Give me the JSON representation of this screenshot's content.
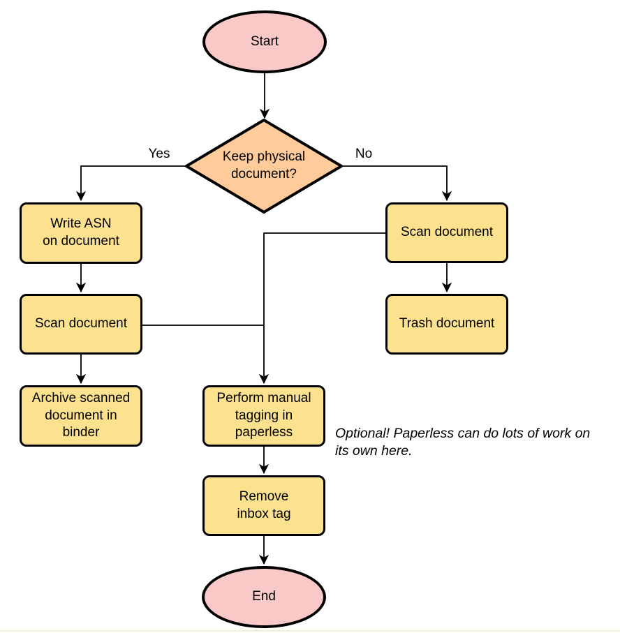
{
  "colors": {
    "box_fill": "#FCE18F",
    "terminal_fill": "#F8C9C7",
    "decision_fill": "#FFCB9B",
    "stroke": "#000000"
  },
  "nodes": {
    "start": {
      "label": "Start"
    },
    "decision": {
      "label": "Keep physical\ndocument?"
    },
    "write_asn": {
      "label": "Write ASN\non document"
    },
    "scan_left": {
      "label": "Scan document"
    },
    "archive": {
      "label": "Archive scanned\ndocument in\nbinder"
    },
    "scan_right": {
      "label": "Scan document"
    },
    "trash": {
      "label": "Trash document"
    },
    "tagging": {
      "label": "Perform manual\ntagging in\npaperless"
    },
    "remove_inbox": {
      "label": "Remove\ninbox tag"
    },
    "end": {
      "label": "End"
    }
  },
  "edge_labels": {
    "yes": "Yes",
    "no": "No"
  },
  "annotation": "Optional! Paperless can do lots of work on\nits own here."
}
